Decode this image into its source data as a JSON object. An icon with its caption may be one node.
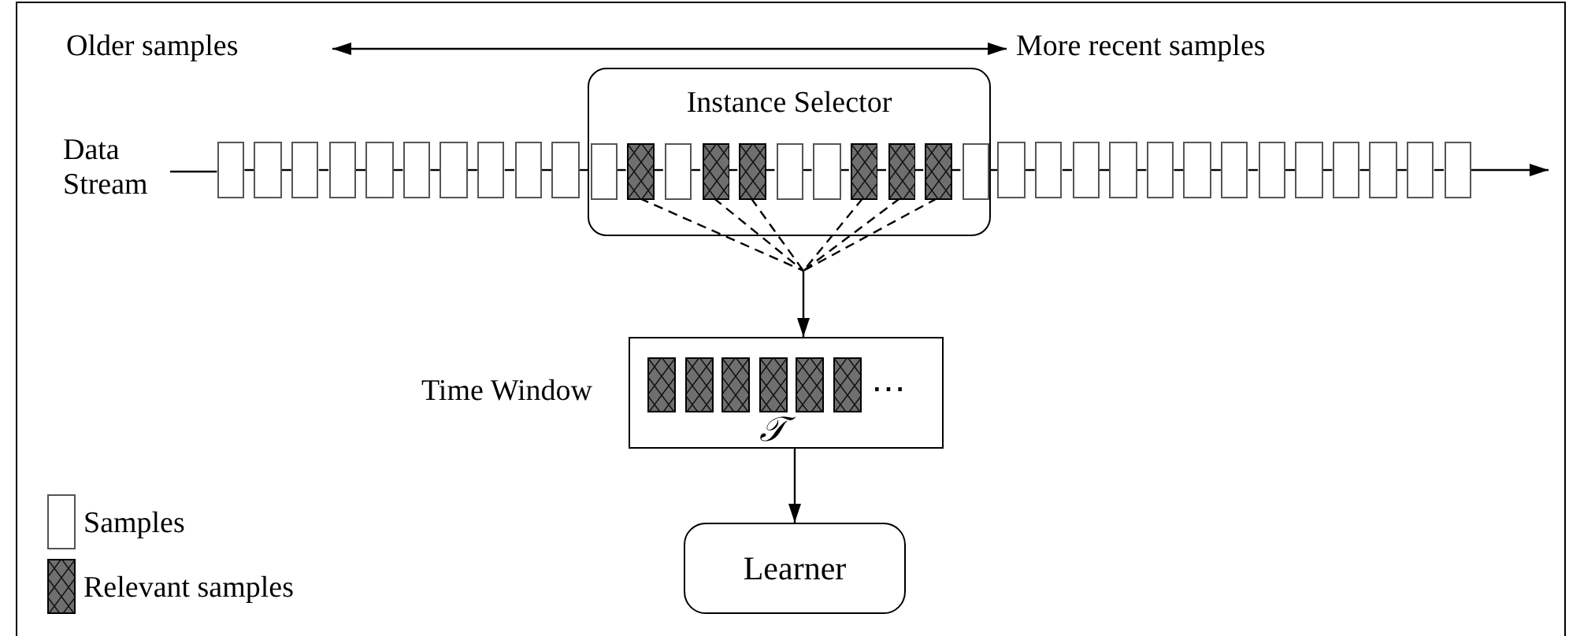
{
  "diagram": {
    "nodes": [
      {
        "text": [
          "Older samples"
        ]
      },
      {
        "text": [
          "More recent samples"
        ]
      },
      {
        "text": [
          "Data Stream"
        ]
      },
      {
        "text": [
          "Instance Selector"
        ]
      },
      {
        "text": [],
        "shape": "box"
      },
      {
        "text": [],
        "shape": "box"
      },
      {
        "text": [],
        "shape": "box"
      },
      {
        "text": [],
        "shape": "box"
      },
      {
        "text": [],
        "shape": "box"
      },
      {
        "text": [],
        "shape": "box"
      },
      {
        "text": [],
        "shape": "box"
      },
      {
        "text": [],
        "shape": "box"
      },
      {
        "text": [],
        "shape": "box"
      },
      {
        "text": [],
        "shape": "box"
      },
      {
        "text": [],
        "shape": "box",
        "in": 3
      },
      {
        "text": [],
        "shape": "box",
        "in": 3
      },
      {
        "text": [],
        "shape": "box",
        "in": 3
      },
      {
        "text": [],
        "shape": "box",
        "in": 3
      },
      {
        "text": [],
        "shape": "box",
        "in": 3
      },
      {
        "text": [],
        "shape": "box",
        "in": 3
      },
      {
        "text": [],
        "shape": "box",
        "in": 3
      },
      {
        "text": [],
        "shape": "box",
        "in": 3
      },
      {
        "text": [],
        "shape": "box",
        "in": 3
      },
      {
        "text": [],
        "shape": "box",
        "in": 3
      },
      {
        "text": [],
        "shape": "box",
        "in": 3
      },
      {
        "text": [],
        "shape": "box"
      },
      {
        "text": [],
        "shape": "box"
      },
      {
        "text": [],
        "shape": "box"
      },
      {
        "text": [],
        "shape": "box"
      },
      {
        "text": [],
        "shape": "box"
      },
      {
        "text": [],
        "shape": "box"
      },
      {
        "text": [],
        "shape": "box"
      },
      {
        "text": [],
        "shape": "box"
      },
      {
        "text": [],
        "shape": "box"
      },
      {
        "text": [],
        "shape": "box"
      },
      {
        "text": [],
        "shape": "box"
      },
      {
        "text": [],
        "shape": "box"
      },
      {
        "text": [],
        "shape": "box"
      },
      {
        "text": [
          "Time Window",
          "⋯",
          "𝒯"
        ]
      },
      {
        "text": [],
        "shape": "box",
        "in": 38
      },
      {
        "text": [],
        "shape": "box",
        "in": 38
      },
      {
        "text": [],
        "shape": "box",
        "in": 38
      },
      {
        "text": [],
        "shape": "box",
        "in": 38
      },
      {
        "text": [],
        "shape": "box",
        "in": 38
      },
      {
        "text": [],
        "shape": "box",
        "in": 38
      },
      {
        "text": [
          "Learner"
        ]
      }
    ],
    "edges": [
      {
        "from": 0,
        "to": 1,
        "arrow": "both"
      },
      {
        "from": 2,
        "to": 4,
        "arrow": "none"
      },
      {
        "from": 4,
        "to": 5,
        "arrow": "none"
      },
      {
        "from": 5,
        "to": 6,
        "arrow": "none"
      },
      {
        "from": 6,
        "to": 7,
        "arrow": "none"
      },
      {
        "from": 7,
        "to": 8,
        "arrow": "none"
      },
      {
        "from": 8,
        "to": 9,
        "arrow": "none"
      },
      {
        "from": 9,
        "to": 10,
        "arrow": "none"
      },
      {
        "from": 10,
        "to": 11,
        "arrow": "none"
      },
      {
        "from": 11,
        "to": 12,
        "arrow": "none"
      },
      {
        "from": 12,
        "to": 13,
        "arrow": "none"
      },
      {
        "from": 13,
        "to": 14,
        "arrow": "none"
      },
      {
        "from": 14,
        "to": 15,
        "arrow": "none"
      },
      {
        "from": 15,
        "to": 16,
        "arrow": "none"
      },
      {
        "from": 16,
        "to": 17,
        "arrow": "none"
      },
      {
        "from": 17,
        "to": 18,
        "arrow": "none"
      },
      {
        "from": 18,
        "to": 19,
        "arrow": "none"
      },
      {
        "from": 19,
        "to": 20,
        "arrow": "none"
      },
      {
        "from": 20,
        "to": 21,
        "arrow": "none"
      },
      {
        "from": 21,
        "to": 22,
        "arrow": "none"
      },
      {
        "from": 22,
        "to": 23,
        "arrow": "none"
      },
      {
        "from": 23,
        "to": 24,
        "arrow": "none"
      },
      {
        "from": 24,
        "to": 25,
        "arrow": "none"
      },
      {
        "from": 25,
        "to": 26,
        "arrow": "none"
      },
      {
        "from": 26,
        "to": 27,
        "arrow": "none"
      },
      {
        "from": 27,
        "to": 28,
        "arrow": "none"
      },
      {
        "from": 28,
        "to": 29,
        "arrow": "none"
      },
      {
        "from": 29,
        "to": 30,
        "arrow": "none"
      },
      {
        "from": 30,
        "to": 31,
        "arrow": "none"
      },
      {
        "from": 31,
        "to": 32,
        "arrow": "none"
      },
      {
        "from": 32,
        "to": 33,
        "arrow": "none"
      },
      {
        "from": 33,
        "to": 34,
        "arrow": "none"
      },
      {
        "from": 34,
        "to": 35,
        "arrow": "none"
      },
      {
        "from": 35,
        "to": 36,
        "arrow": "none"
      },
      {
        "from": 36,
        "to": 37,
        "arrow": "none"
      },
      {
        "from": 37,
        "to": null,
        "arrow": "to"
      },
      {
        "from": 15,
        "to": 38,
        "arrow": "to",
        "style": "dashed"
      },
      {
        "from": 17,
        "to": 38,
        "arrow": "to",
        "style": "dashed"
      },
      {
        "from": 18,
        "to": 38,
        "arrow": "to",
        "style": "dashed"
      },
      {
        "from": 21,
        "to": 38,
        "arrow": "to",
        "style": "dashed"
      },
      {
        "from": 22,
        "to": 38,
        "arrow": "to",
        "style": "dashed"
      },
      {
        "from": 23,
        "to": 38,
        "arrow": "to",
        "style": "dashed"
      },
      {
        "from": 38,
        "to": 45,
        "arrow": "to"
      }
    ],
    "legend": [
      {
        "text": "Samples"
      },
      {
        "text": "Relevant samples"
      }
    ]
  }
}
